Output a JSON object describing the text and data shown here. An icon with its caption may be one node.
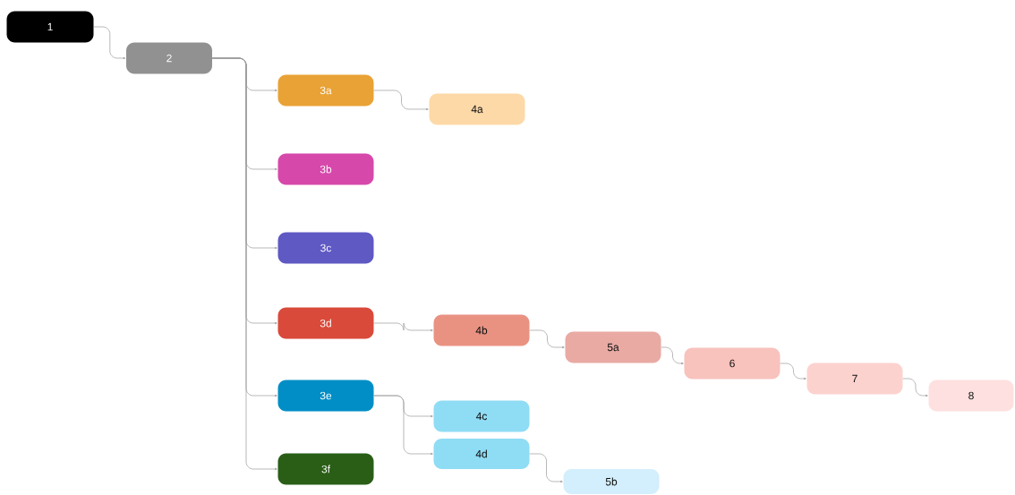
{
  "diagram": {
    "nodes": [
      {
        "text": [
          "1"
        ]
      },
      {
        "text": [
          "2"
        ]
      },
      {
        "text": [
          "3a"
        ]
      },
      {
        "text": [
          "4a"
        ]
      },
      {
        "text": [
          "3b"
        ]
      },
      {
        "text": [
          "3c"
        ]
      },
      {
        "text": [
          "3d"
        ]
      },
      {
        "text": [
          "4b"
        ]
      },
      {
        "text": [
          "5a"
        ]
      },
      {
        "text": [
          "6"
        ]
      },
      {
        "text": [
          "7"
        ]
      },
      {
        "text": [
          "8"
        ]
      },
      {
        "text": [
          "3e"
        ]
      },
      {
        "text": [
          "4c"
        ]
      },
      {
        "text": [
          "4d"
        ]
      },
      {
        "text": [
          "5b"
        ]
      },
      {
        "text": [
          "3f"
        ]
      }
    ],
    "edges": [
      {
        "from": 0,
        "to": 1,
        "arrow": "to"
      },
      {
        "from": 1,
        "to": 2,
        "arrow": "to"
      },
      {
        "from": 2,
        "to": 3,
        "arrow": "to"
      },
      {
        "from": 1,
        "to": 4,
        "arrow": "to"
      },
      {
        "from": 1,
        "to": 5,
        "arrow": "to"
      },
      {
        "from": 1,
        "to": 6,
        "arrow": "to"
      },
      {
        "from": 6,
        "to": 7,
        "arrow": "to"
      },
      {
        "from": 7,
        "to": 8,
        "arrow": "to"
      },
      {
        "from": 8,
        "to": 9,
        "arrow": "to"
      },
      {
        "from": 9,
        "to": 10,
        "arrow": "to"
      },
      {
        "from": 10,
        "to": 11,
        "arrow": "to"
      },
      {
        "from": 1,
        "to": 12,
        "arrow": "to"
      },
      {
        "from": 12,
        "to": 13,
        "arrow": "to"
      },
      {
        "from": 12,
        "to": 14,
        "arrow": "to"
      },
      {
        "from": 14,
        "to": 15,
        "arrow": "to"
      },
      {
        "from": 1,
        "to": 16,
        "arrow": "to"
      }
    ]
  }
}
